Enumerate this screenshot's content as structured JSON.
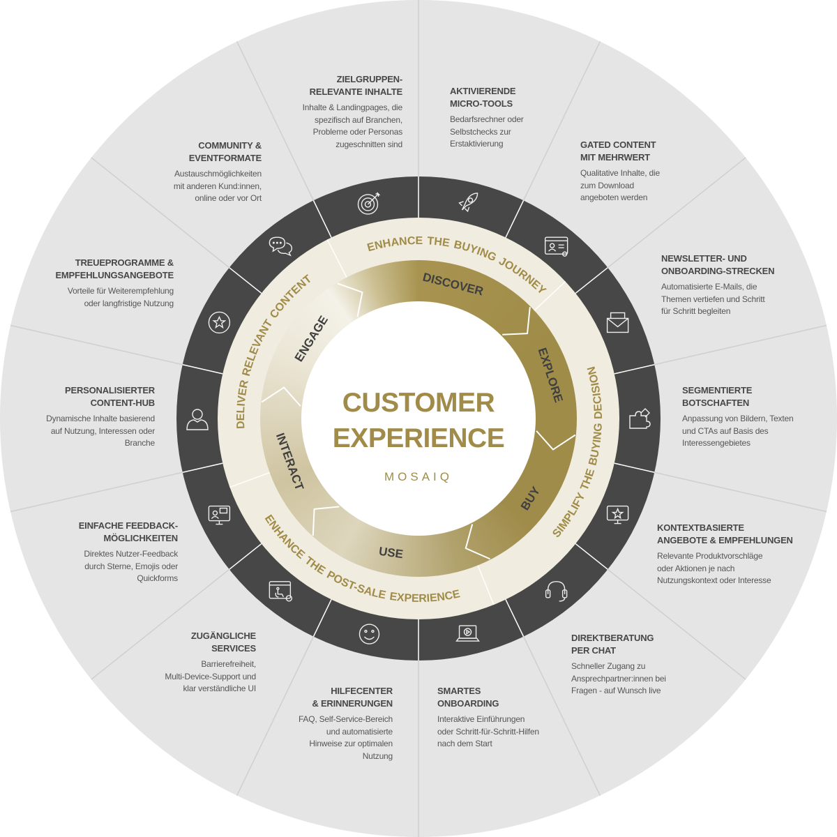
{
  "center": {
    "title": "CUSTOMER\nEXPERIENCE",
    "brand": "MOSAIQ"
  },
  "phases": {
    "top": "ENHANCE THE BUYING JOURNEY",
    "right": "SIMPLIFY THE BUYING DECISION",
    "bottom": "ENHANCE THE POST-SALE EXPERIENCE",
    "left": "DELIVER RELEVANT CONTENT"
  },
  "stages": [
    "DISCOVER",
    "EXPLORE",
    "BUY",
    "USE",
    "INTERACT",
    "ENGAGE"
  ],
  "colors": {
    "gold": "#a08c48",
    "dark_ring": "#474747",
    "cream_ring": "#f0ece0",
    "outer": "#e5e5e5"
  },
  "segments": [
    {
      "title": "AKTIVIERENDE\nMICRO-TOOLS",
      "desc": "Bedarfsrechner oder\nSelbstchecks zur\nErstaktivierung",
      "icon": "rocket-icon"
    },
    {
      "title": "GATED CONTENT\nMIT MEHRWERT",
      "desc": "Qualitative Inhalte, die\nzum Download\nangeboten werden",
      "icon": "profile-browser-icon"
    },
    {
      "title": "NEWSLETTER- UND\nONBOARDING-STRECKEN",
      "desc": "Automatisierte E-Mails, die\nThemen vertiefen und Schritt\nfür Schritt begleiten",
      "icon": "envelope-icon"
    },
    {
      "title": "SEGMENTIERTE\nBOTSCHAFTEN",
      "desc": "Anpassung von Bildern, Texten\nund CTAs auf Basis des\nInteressengebietes",
      "icon": "puzzle-icon"
    },
    {
      "title": "KONTEXTBASIERTE\nANGEBOTE & EMPFEHLUNGEN",
      "desc": "Relevante Produktvorschläge\noder Aktionen je nach\nNutzungskontext oder Interesse",
      "icon": "monitor-star-icon"
    },
    {
      "title": "DIREKTBERATUNG\nPER CHAT",
      "desc": "Schneller Zugang zu\nAnsprechpartner:innen bei\nFragen - auf Wunsch live",
      "icon": "headset-icon"
    },
    {
      "title": "SMARTES\nONBOARDING",
      "desc": "Interaktive Einführungen\noder Schritt-für-Schritt-Hilfen\nnach dem Start",
      "icon": "laptop-play-icon"
    },
    {
      "title": "HILFECENTER\n& ERINNERUNGEN",
      "desc": "FAQ, Self-Service-Bereich\nund automatisierte\nHinweise zur optimalen\nNutzung",
      "icon": "smiley-icon"
    },
    {
      "title": "ZUGÄNGLICHE\nSERVICES",
      "desc": "Barrierefreiheit,\nMulti-Device-Support und\nklar verständliche UI",
      "icon": "accessibility-browser-icon"
    },
    {
      "title": "EINFACHE FEEDBACK-\nMÖGLICHKEITEN",
      "desc": "Direktes Nutzer-Feedback\ndurch Sterne, Emojis oder\nQuickforms",
      "icon": "monitor-chat-icon"
    },
    {
      "title": "PERSONALISIERTER\nCONTENT-HUB",
      "desc": "Dynamische Inhalte basierend\nauf Nutzung, Interessen oder\nBranche",
      "icon": "user-icon"
    },
    {
      "title": "TREUEPROGRAMME &\nEMPFEHLUNGSANGEBOTE",
      "desc": "Vorteile für Weiterempfehlung\noder langfristige Nutzung",
      "icon": "star-circle-icon"
    },
    {
      "title": "COMMUNITY &\nEVENTFORMATE",
      "desc": "Austauschmöglichkeiten\nmit anderen Kund:innen,\nonline oder vor Ort",
      "icon": "chat-bubbles-icon"
    },
    {
      "title": "ZIELGRUPPEN-\nRELEVANTE INHALTE",
      "desc": "Inhalte & Landingpages, die\nspezifisch auf Branchen,\nProbleme oder Personas\nzugeschnitten sind",
      "icon": "target-icon"
    }
  ]
}
